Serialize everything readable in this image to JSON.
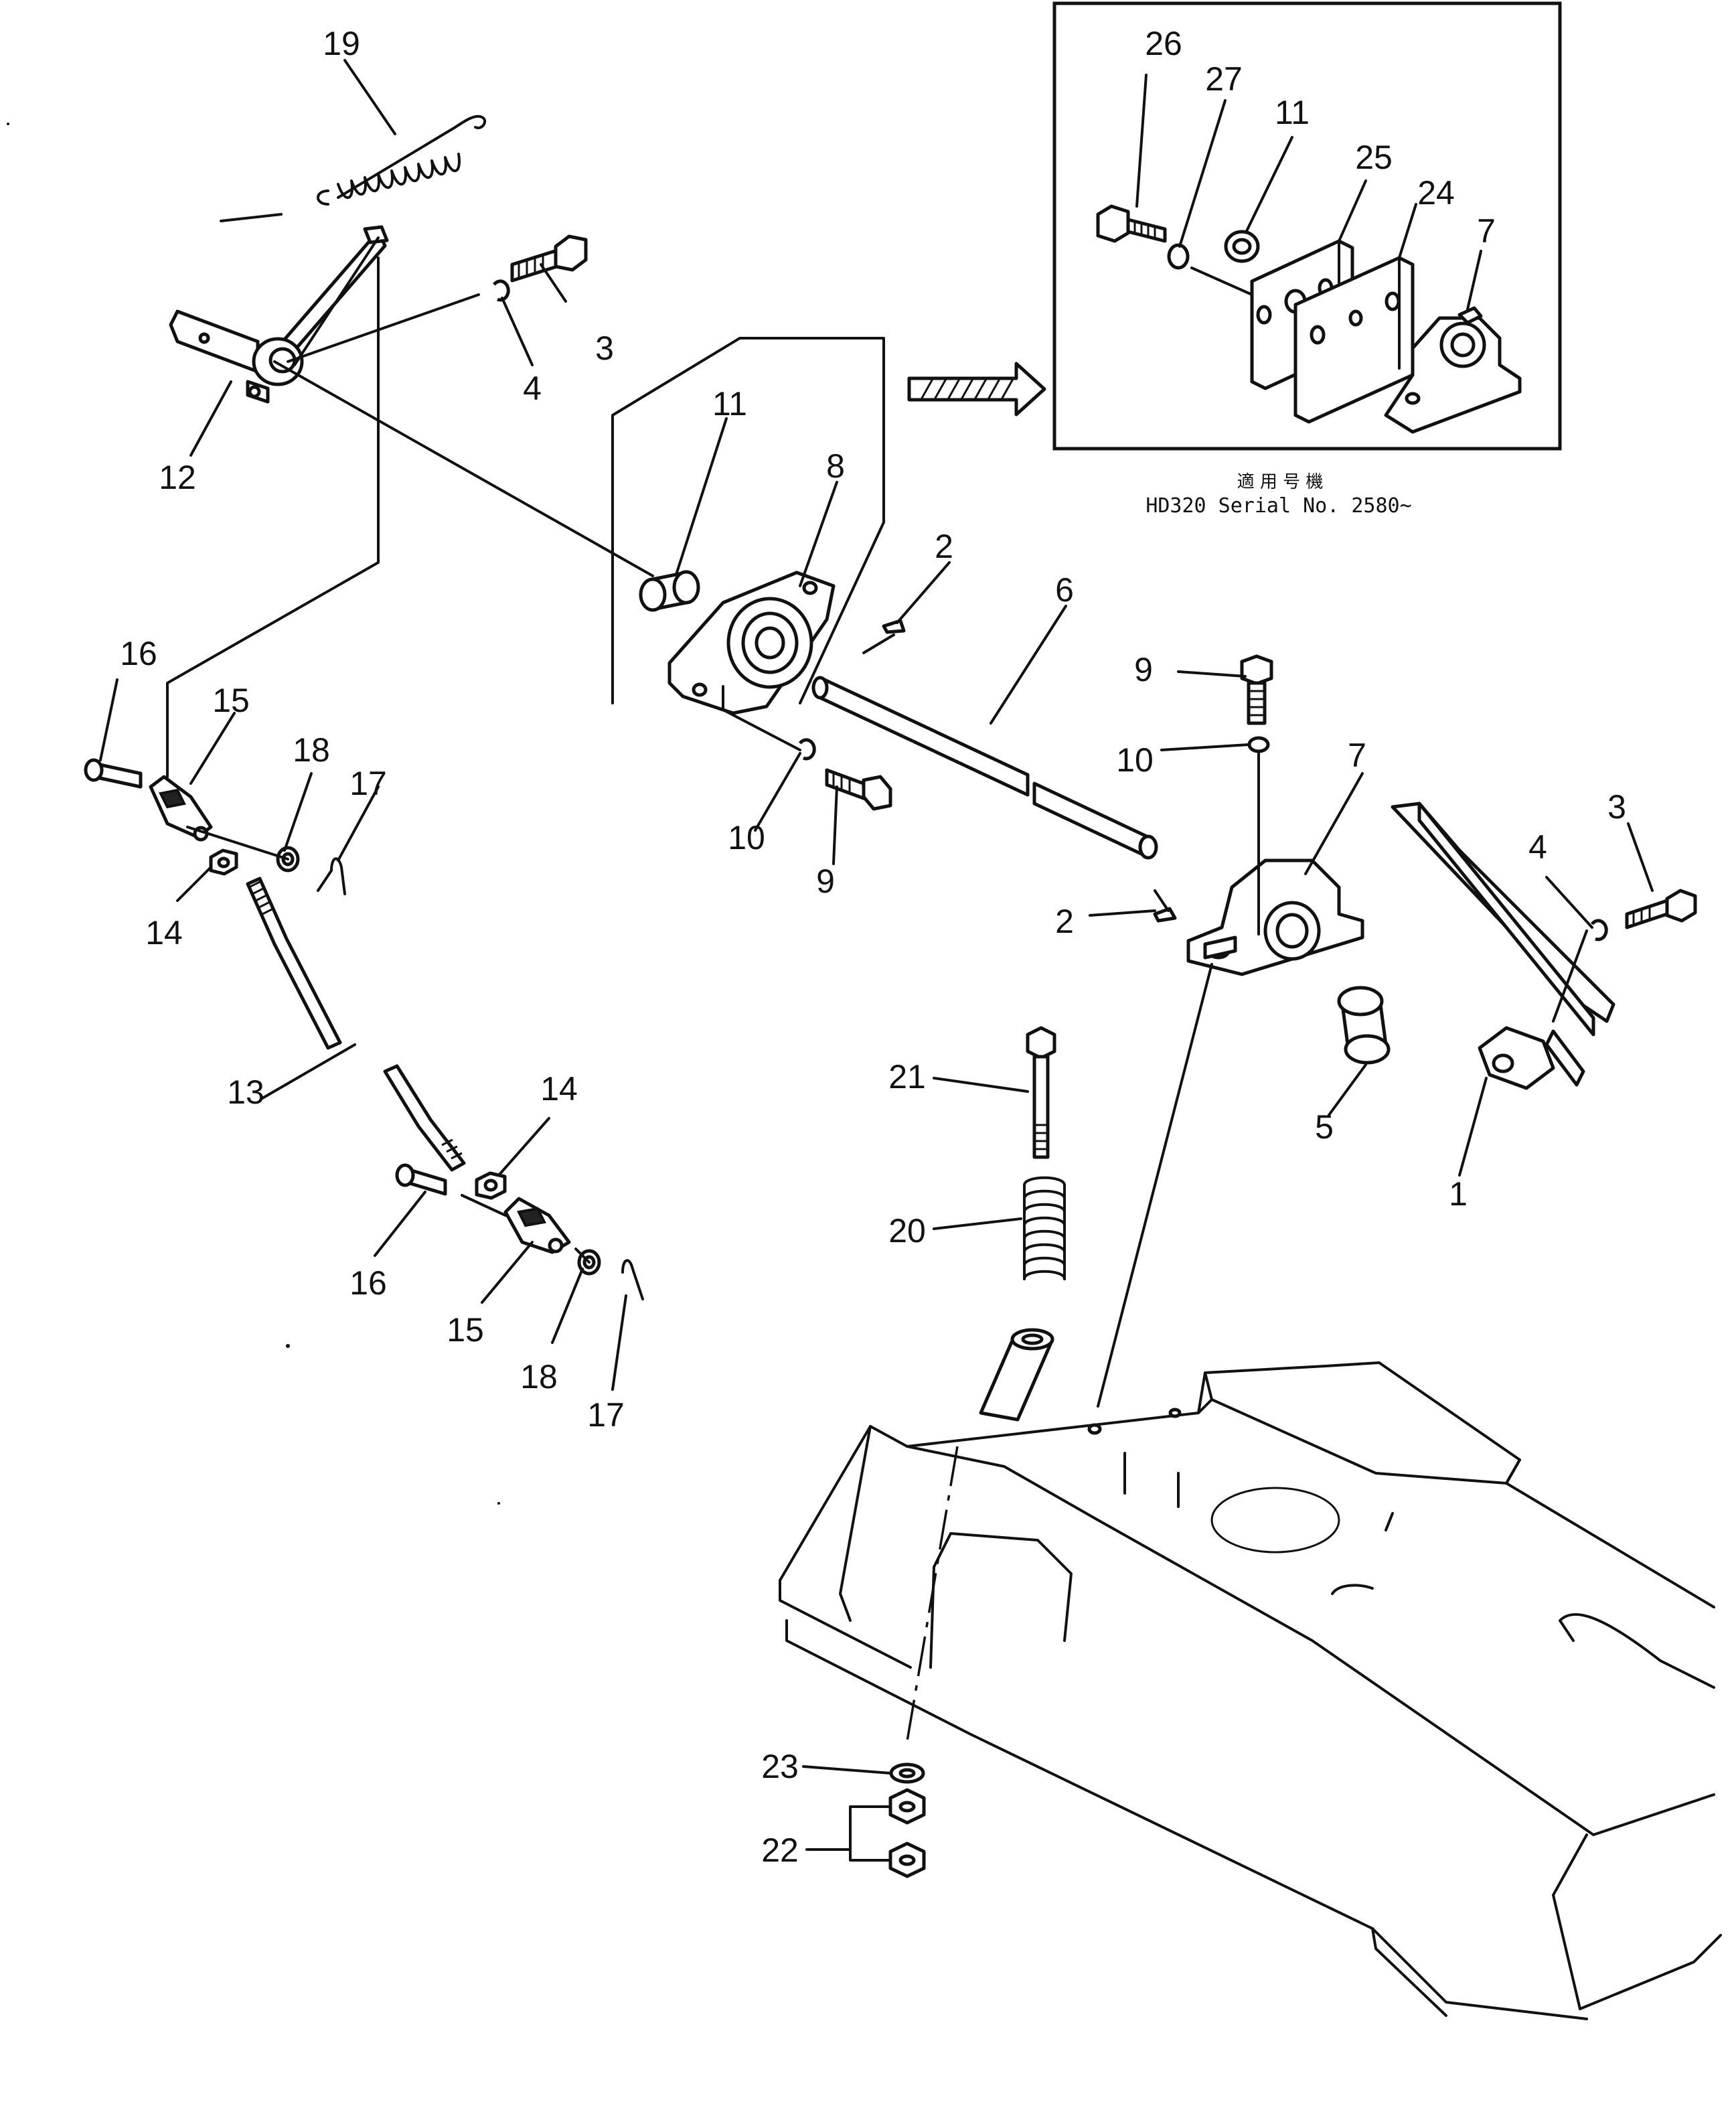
{
  "part_labels": {
    "n1": "1",
    "n2a": "2",
    "n2b": "2",
    "n3a": "3",
    "n3b": "3",
    "n4a": "4",
    "n4b": "4",
    "n5": "5",
    "n6": "6",
    "n7a": "7",
    "n7b": "7",
    "n8": "8",
    "n9a": "9",
    "n9b": "9",
    "n10a": "10",
    "n10b": "10",
    "n11a": "11",
    "n11b": "11",
    "n12": "12",
    "n13": "13",
    "n14a": "14",
    "n14b": "14",
    "n15a": "15",
    "n15b": "15",
    "n16a": "16",
    "n16b": "16",
    "n17a": "17",
    "n17b": "17",
    "n18a": "18",
    "n18b": "18",
    "n19": "19",
    "n20": "20",
    "n21": "21",
    "n22": "22",
    "n23": "23",
    "n24": "24",
    "n25": "25",
    "n26": "26",
    "n27": "27"
  },
  "inset": {
    "caption_jp": "適 用 号 機",
    "caption": "HD320  Serial  No.  2580~"
  }
}
